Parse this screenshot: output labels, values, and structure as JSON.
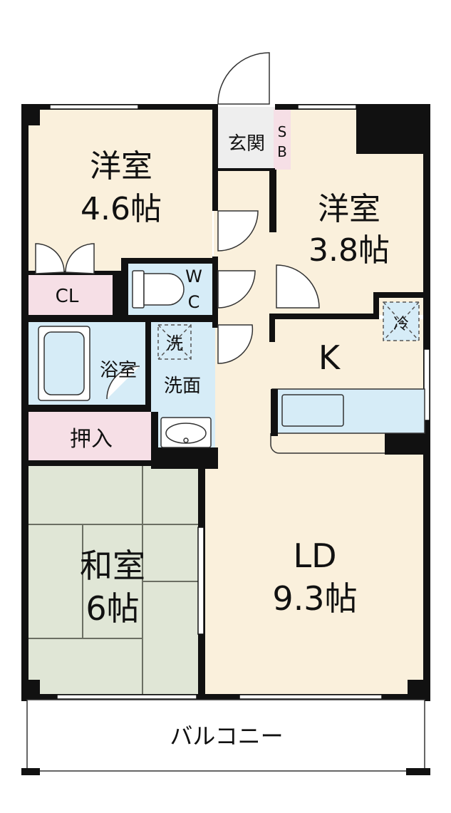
{
  "rooms": {
    "western_a": {
      "name": "洋室",
      "size": "4.6帖"
    },
    "western_b": {
      "name": "洋室",
      "size": "3.8帖"
    },
    "japanese": {
      "name": "和室",
      "size": "6帖"
    },
    "ld": {
      "name": "LD",
      "size": "9.3帖"
    },
    "kitchen": {
      "name": "K"
    },
    "entrance": {
      "name": "玄関"
    },
    "shoebox": {
      "line1": "S",
      "line2": "B"
    },
    "wc": {
      "line1": "W",
      "line2": "C"
    },
    "closet": {
      "name": "CL"
    },
    "bath": {
      "name": "浴室"
    },
    "washroom": {
      "name": "洗面"
    },
    "washer": {
      "name": "洗"
    },
    "fridge": {
      "name": "冷"
    },
    "oshiire": {
      "name": "押入"
    },
    "balcony": {
      "name": "バルコニー"
    }
  },
  "colors": {
    "wall": "#111111",
    "floor_beige": "#faf0dc",
    "wet_blue": "#d6ecf7",
    "storage_pink": "#f6dfe6",
    "tatami_green": "#e0e6d6",
    "entrance_gray": "#eeeeee"
  }
}
